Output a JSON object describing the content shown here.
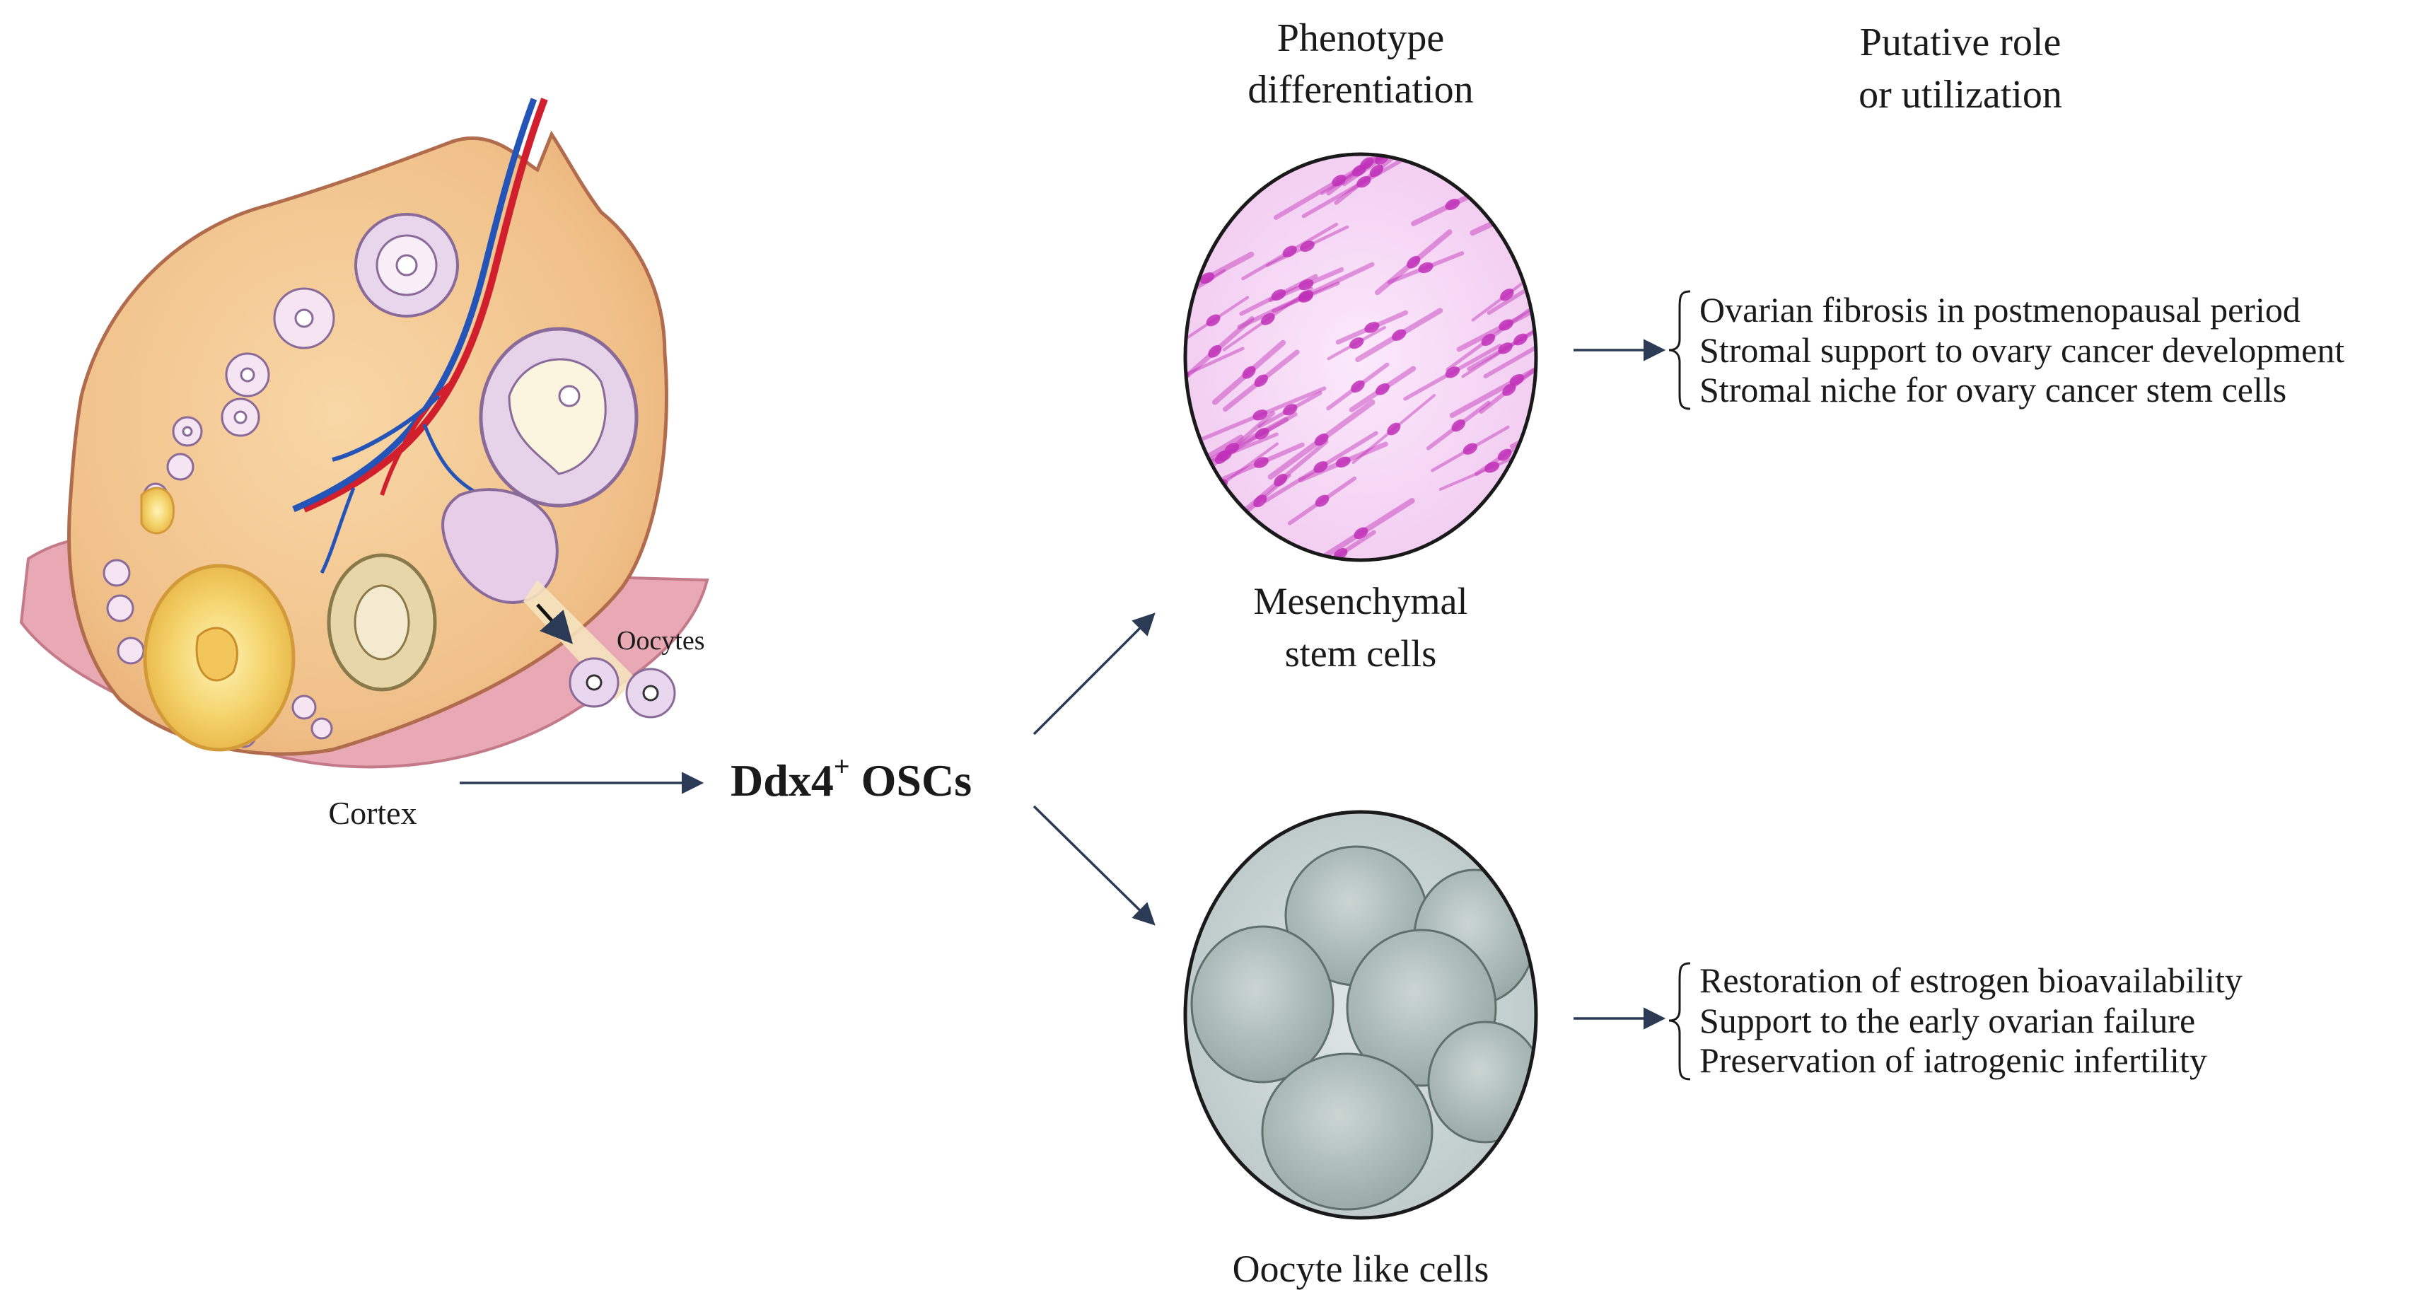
{
  "headers": {
    "phenotype_line1": "Phenotype",
    "phenotype_line2": "differentiation",
    "role_line1": "Putative role",
    "role_line2": "or utilization"
  },
  "ovary": {
    "oocytes_label": "Oocytes",
    "cortex_label": "Cortex"
  },
  "center": {
    "osc_prefix": "Ddx4",
    "osc_sup": "+",
    "osc_suffix": " OSCs"
  },
  "mesenchymal": {
    "label_line1": "Mesenchymal",
    "label_line2": "stem cells",
    "roles": [
      "Ovarian fibrosis in postmenopausal period",
      "Stromal support to ovary cancer development",
      "Stromal niche for ovary cancer stem cells"
    ]
  },
  "oocyte_like": {
    "label": "Oocyte like cells",
    "roles": [
      "Restoration of estrogen bioavailability",
      "Support to the early ovarian failure",
      "Preservation of iatrogenic infertility"
    ]
  },
  "colors": {
    "arrow": "#2b3a55",
    "ovary_fill": "#f2c58e",
    "mesenchymal_stain": "#c030b8",
    "oocyte_bg": "#c7d3d3"
  }
}
